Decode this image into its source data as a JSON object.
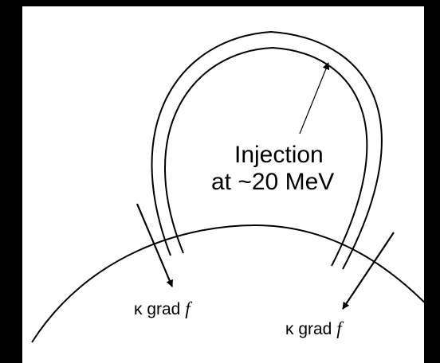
{
  "labels": {
    "injection_line1": "Injection",
    "injection_line2": "at ~20 MeV",
    "left_flux_prefix": "κ grad ",
    "left_flux_var": "f",
    "right_flux_prefix": "κ grad ",
    "right_flux_var": "f"
  },
  "colors": {
    "background": "#000000",
    "panel": "#ffffff",
    "ink": "#000000"
  }
}
